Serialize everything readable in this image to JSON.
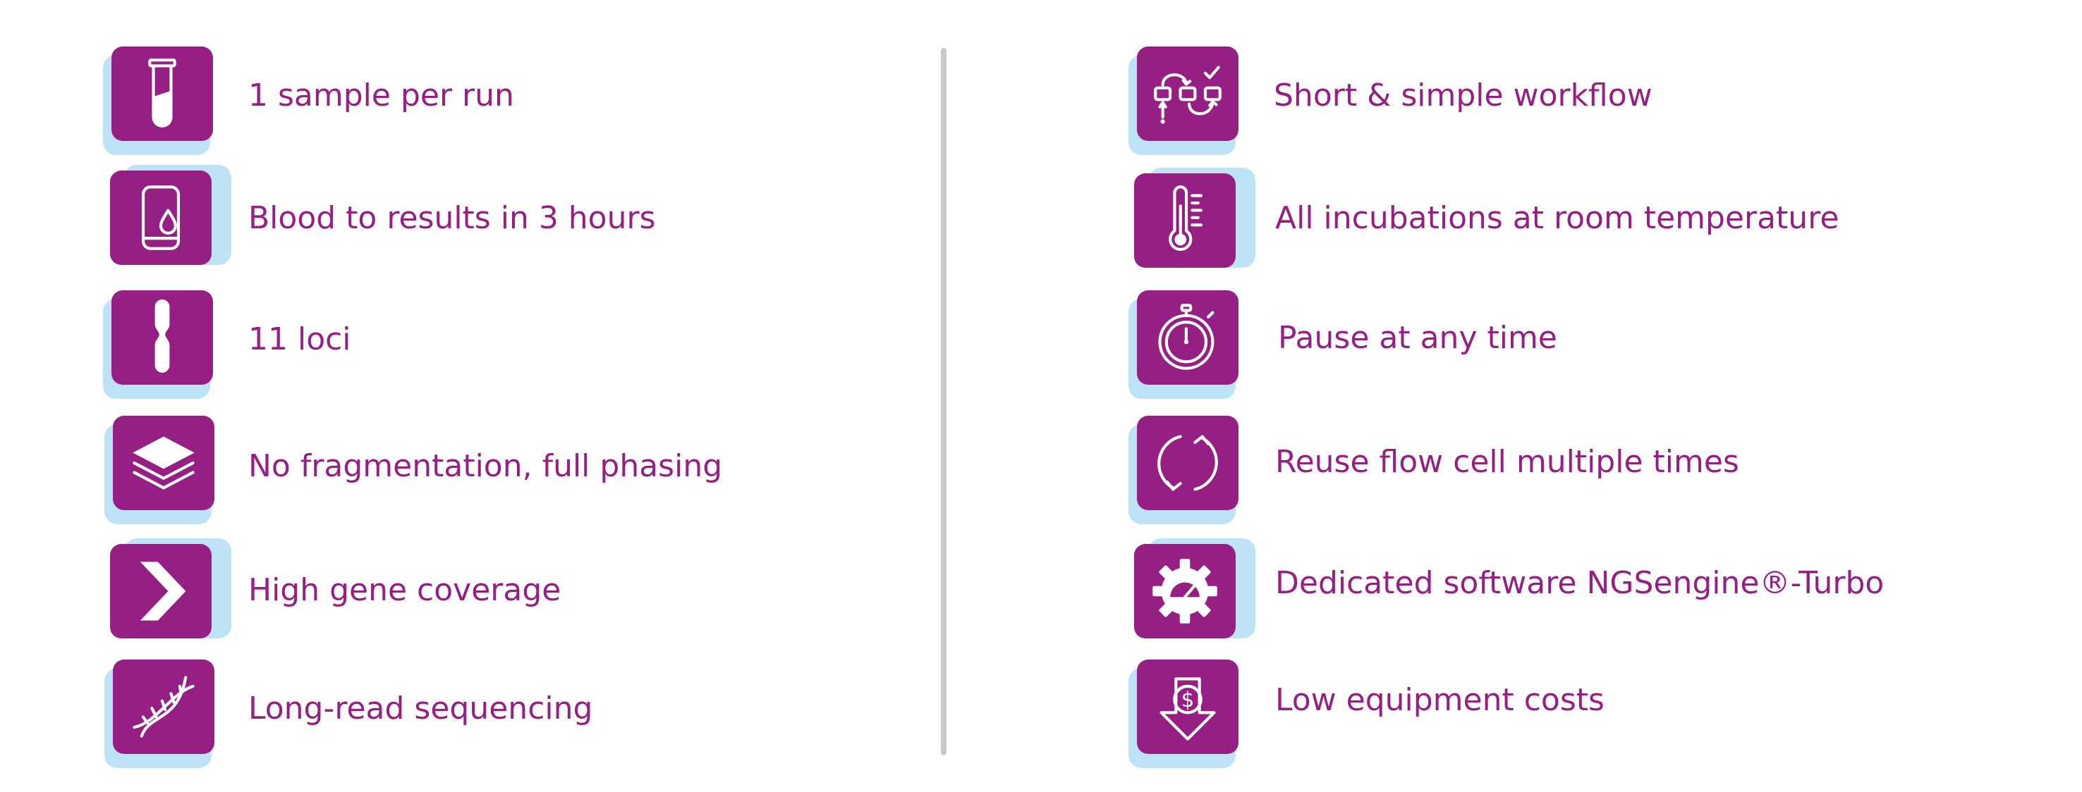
{
  "colors": {
    "accent": "#951f82",
    "icon_shadow": "#bfe3f6",
    "divider": "#c9c9c9",
    "background": "#ffffff"
  },
  "left_features": [
    {
      "icon": "test-tube-icon",
      "text": "1 sample per run"
    },
    {
      "icon": "blood-drop-device-icon",
      "text": "Blood to results in 3 hours"
    },
    {
      "icon": "chromosome-icon",
      "text": "11 loci"
    },
    {
      "icon": "layers-icon",
      "text": "No fragmentation, full phasing"
    },
    {
      "icon": "chevron-right-icon",
      "text": "High gene coverage"
    },
    {
      "icon": "dna-icon",
      "text": "Long-read sequencing"
    }
  ],
  "right_features": [
    {
      "icon": "workflow-icon",
      "text": "Short & simple workflow"
    },
    {
      "icon": "thermometer-icon",
      "text": "All incubations at room temperature"
    },
    {
      "icon": "stopwatch-icon",
      "text": "Pause at any time"
    },
    {
      "icon": "refresh-icon",
      "text": "Reuse flow cell multiple times"
    },
    {
      "icon": "gear-gauge-icon",
      "text": "Dedicated software NGSengine®-Turbo"
    },
    {
      "icon": "cost-down-icon",
      "text": "Low equipment costs"
    }
  ]
}
